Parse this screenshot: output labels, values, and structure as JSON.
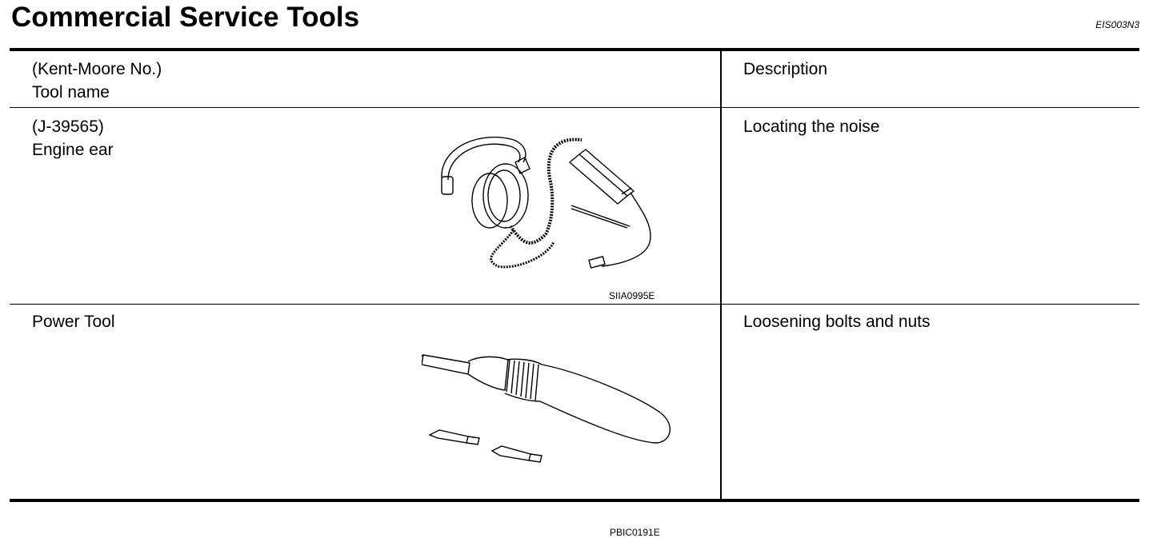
{
  "title": "Commercial Service Tools",
  "ref_code": "EIS003N3",
  "table": {
    "header": {
      "tool_line1": "(Kent-Moore No.)",
      "tool_line2": "Tool name",
      "description": "Description"
    },
    "rows": [
      {
        "number": "(J-39565)",
        "name": "Engine ear",
        "description": "Locating the noise",
        "figure_code": "SIIA0995E"
      },
      {
        "number": "",
        "name": "Power Tool",
        "description": "Loosening bolts and nuts",
        "figure_code": "PBIC0191E"
      }
    ]
  }
}
